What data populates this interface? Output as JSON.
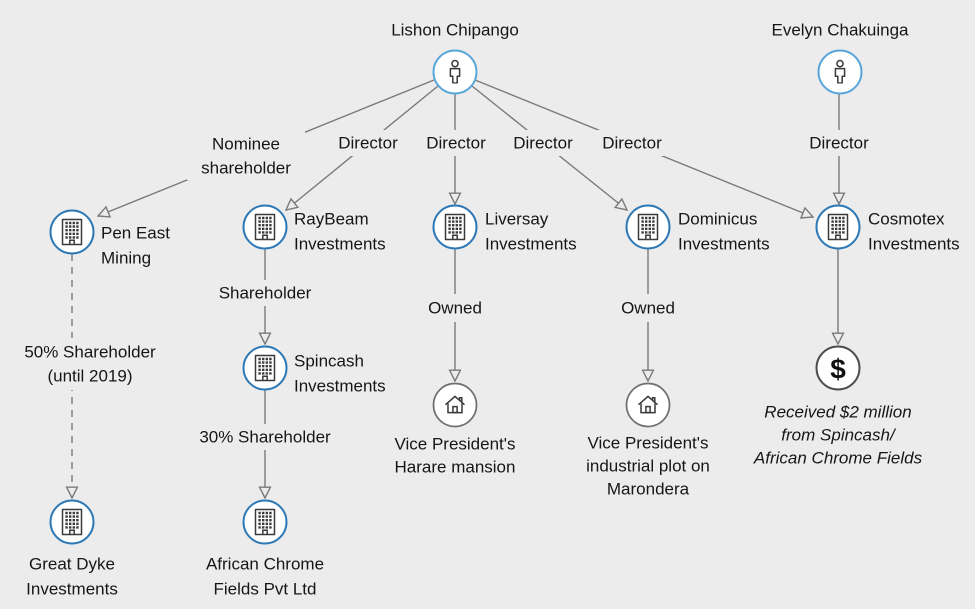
{
  "colors": {
    "bg": "#ececec",
    "line": "#7a7a7a",
    "text": "#161616",
    "glyph": "#3a3a3a",
    "person_ring": "#5aa7d9",
    "company_ring": "#2e79b5",
    "asset_ring": "#6f6f6f",
    "money_ring": "#4d4d4d"
  },
  "nodes": {
    "lishon": {
      "label": "Lishon Chipango",
      "icon": "person-icon"
    },
    "evelyn": {
      "label": "Evelyn Chakuinga",
      "icon": "person-icon"
    },
    "pen_east": {
      "lines": [
        "Pen East",
        "Mining"
      ],
      "icon": "building-icon"
    },
    "raybeam": {
      "lines": [
        "RayBeam",
        "Investments"
      ],
      "icon": "building-icon"
    },
    "liversay": {
      "lines": [
        "Liversay",
        "Investments"
      ],
      "icon": "building-icon"
    },
    "dominicus": {
      "lines": [
        "Dominicus",
        "Investments"
      ],
      "icon": "building-icon"
    },
    "cosmotex": {
      "lines": [
        "Cosmotex",
        "Investments"
      ],
      "icon": "building-icon"
    },
    "spincash": {
      "lines": [
        "Spincash",
        "Investments"
      ],
      "icon": "building-icon"
    },
    "great_dyke": {
      "lines": [
        "Great Dyke",
        "Investments"
      ],
      "icon": "building-icon"
    },
    "african_chrome": {
      "lines": [
        "African Chrome",
        "Fields Pvt Ltd"
      ],
      "icon": "building-icon"
    },
    "mansion": {
      "lines": [
        "Vice President's",
        "Harare mansion"
      ],
      "icon": "house-icon"
    },
    "plot": {
      "lines": [
        "Vice President's",
        "industrial plot on",
        "Marondera"
      ],
      "icon": "house-icon"
    },
    "money": {
      "symbol": "$",
      "icon": "dollar-icon",
      "note": [
        "Received $2 million",
        "from Spincash/",
        "African Chrome Fields"
      ]
    }
  },
  "edges": {
    "nominee_shareholder": {
      "lines": [
        "Nominee",
        "shareholder"
      ],
      "from": "Lishon Chipango",
      "to": "Pen East Mining"
    },
    "director_raybeam": {
      "label": "Director",
      "from": "Lishon Chipango",
      "to": "RayBeam Investments"
    },
    "director_liversay": {
      "label": "Director",
      "from": "Lishon Chipango",
      "to": "Liversay Investments"
    },
    "director_dominicus": {
      "label": "Director",
      "from": "Lishon Chipango",
      "to": "Dominicus Investments"
    },
    "director_cosmotex": {
      "label": "Director",
      "from": "Lishon Chipango",
      "to": "Cosmotex Investments"
    },
    "director_evelyn": {
      "label": "Director",
      "from": "Evelyn Chakuinga",
      "to": "Cosmotex Investments"
    },
    "shareholder_50": {
      "lines": [
        "50% Shareholder",
        "(until 2019)"
      ],
      "style": "dashed",
      "from": "Pen East Mining",
      "to": "Great Dyke Investments"
    },
    "shareholder": {
      "label": "Shareholder",
      "from": "RayBeam Investments",
      "to": "Spincash Investments"
    },
    "shareholder_30": {
      "label": "30% Shareholder",
      "from": "Spincash Investments",
      "to": "African Chrome Fields Pvt Ltd"
    },
    "owned_mansion": {
      "label": "Owned",
      "from": "Liversay Investments",
      "to": "Vice President's Harare mansion"
    },
    "owned_plot": {
      "label": "Owned",
      "from": "Dominicus Investments",
      "to": "Vice President's industrial plot on Marondera"
    },
    "payment": {
      "label": "",
      "from": "Cosmotex Investments",
      "to": "Received $2 million from Spincash/African Chrome Fields"
    }
  }
}
